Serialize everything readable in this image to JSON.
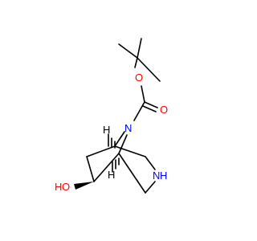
{
  "molecule": {
    "atoms": {
      "carbonyl_oxygen": {
        "symbol": "O",
        "color": "#ff0000"
      },
      "ester_oxygen": {
        "symbol": "O",
        "color": "#ff0000"
      },
      "bridge_nitrogen": {
        "symbol": "N",
        "color": "#0000ff"
      },
      "ring_nitrogen": {
        "symbol": "N",
        "color": "#0000ff"
      },
      "ring_nh_hydrogen": {
        "symbol": "H",
        "color": "#0000ff"
      },
      "hydroxyl_oxygen": {
        "symbol": "O",
        "color": "#ff0000"
      },
      "hydroxyl_hydrogen": {
        "symbol": "H",
        "color": "#ff0000"
      },
      "stereo_h_upper": {
        "symbol": "H",
        "color": "#000000"
      },
      "stereo_h_lower": {
        "symbol": "H",
        "color": "#000000"
      }
    }
  }
}
